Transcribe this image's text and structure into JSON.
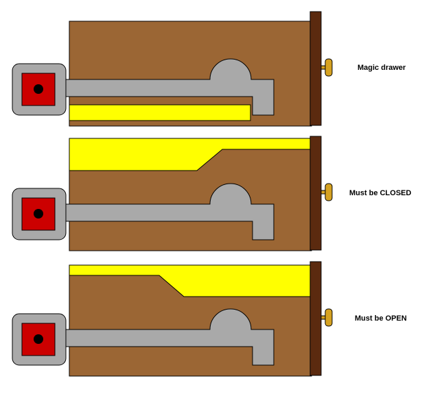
{
  "colors": {
    "drawer_body": "#9B6634",
    "drawer_front": "#5B2A0F",
    "knob": "#D6A221",
    "key_metal": "#A9A9A9",
    "key_head": "#CC0000",
    "key_hole": "#000000",
    "slot_yellow": "#FFFF00",
    "outline": "#000000"
  },
  "panels": [
    {
      "label": "Magic drawer"
    },
    {
      "label": "Must be CLOSED"
    },
    {
      "label": "Must be OPEN"
    }
  ]
}
